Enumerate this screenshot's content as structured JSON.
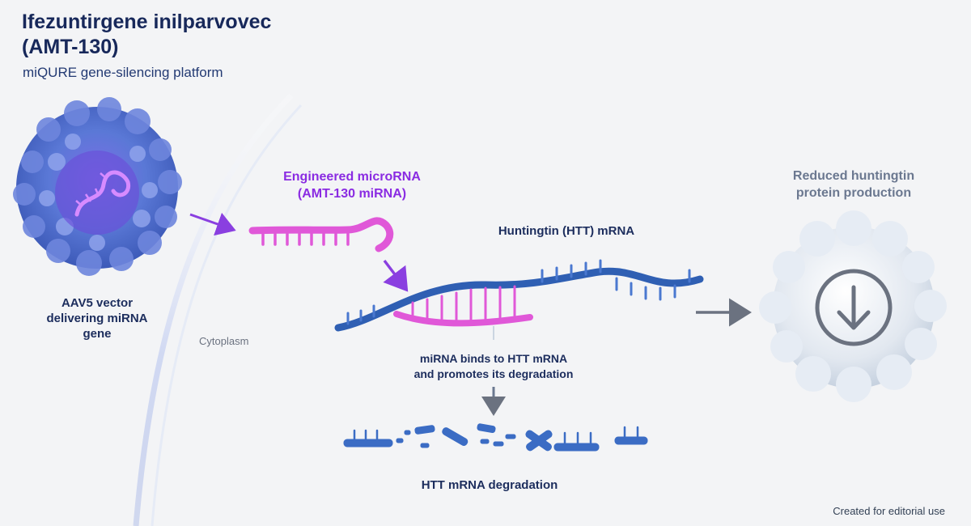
{
  "title": "Ifezuntirgene inilparvovec\n(AMT-130)",
  "title_line1": "Ifezuntirgene inilparvovec",
  "title_line2": "(AMT-130)",
  "subtitle": "miQURE gene-silencing platform",
  "vector_label_1": "AAV5 vector",
  "vector_label_2": "delivering miRNA",
  "vector_label_3": "gene",
  "cytoplasm_label": "Cytoplasm",
  "mirna_label_1": "Engineered microRNA",
  "mirna_label_2": "(AMT-130 miRNA)",
  "htt_label": "Huntingtin (HTT) mRNA",
  "binding_label_1": "miRNA binds to HTT mRNA",
  "binding_label_2": "and promotes its degradation",
  "degradation_label": "HTT mRNA degradation",
  "outcome_label_1": "Reduced huntingtin",
  "outcome_label_2": "protein production",
  "footer": "Created for editorial use",
  "colors": {
    "title": "#17285a",
    "mirna": "#e058d8",
    "mrna": "#2f5fb3",
    "arrow_purple": "#8a3fe0",
    "arrow_gray": "#6b7280"
  },
  "icons": [
    "down-arrow-circle-icon"
  ]
}
